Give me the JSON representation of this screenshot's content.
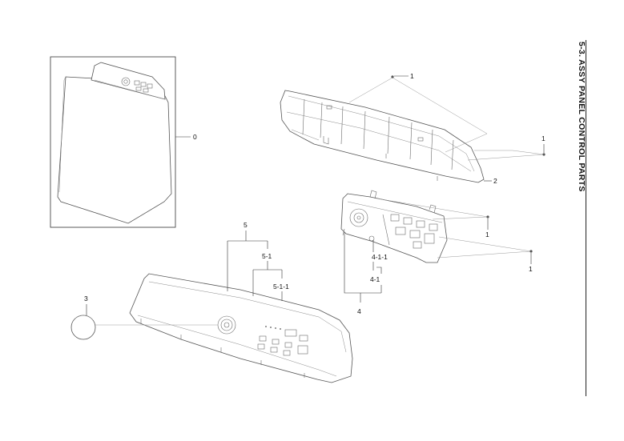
{
  "section_title": "5-3. ASSY PANEL CONTROL PARTS",
  "callouts": {
    "assy_top": "0",
    "screw_top": "1",
    "screw_right": "1",
    "screw_pcb_a": "1",
    "screw_pcb_b": "1",
    "panel_frame": "2",
    "knob": "3",
    "pcb_assy": "4",
    "pcb": "4-1",
    "pcb_sub": "4-1-1",
    "panel_control": "5",
    "panel_window": "5-1",
    "panel_window_sub": "5-1-1"
  }
}
